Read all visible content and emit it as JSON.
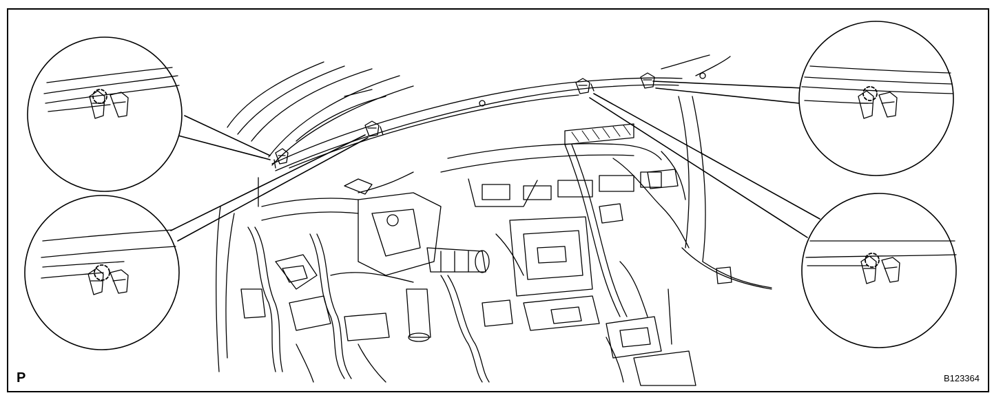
{
  "figure": {
    "corner_label": "P",
    "code": "B123364",
    "colors": {
      "line": "#000000",
      "background": "#ffffff"
    },
    "callouts": [
      {
        "name": "upper-left-detail"
      },
      {
        "name": "lower-left-detail"
      },
      {
        "name": "upper-right-detail"
      },
      {
        "name": "lower-right-detail"
      }
    ]
  }
}
